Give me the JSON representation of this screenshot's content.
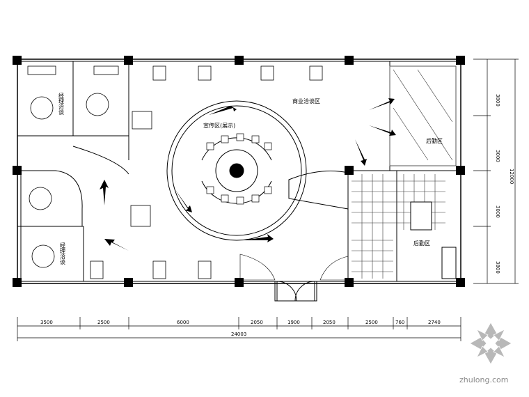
{
  "rooms": {
    "vip_top": "经理洽谈",
    "vip_bottom": "经理洽谈",
    "business_area": "商业洽谈区",
    "reception": "宣传区(展示)",
    "office_upper": "后勤区",
    "office_lower": "后勤区"
  },
  "horizontal_dims": [
    "3500",
    "2500",
    "6000",
    "2050",
    "1900",
    "2050",
    "2500",
    "760",
    "2740"
  ],
  "total_width": "24003",
  "vertical_dims": [
    "3800",
    "3000",
    "3000",
    "3800"
  ],
  "total_height": "12000",
  "watermark": "zhulong.com"
}
